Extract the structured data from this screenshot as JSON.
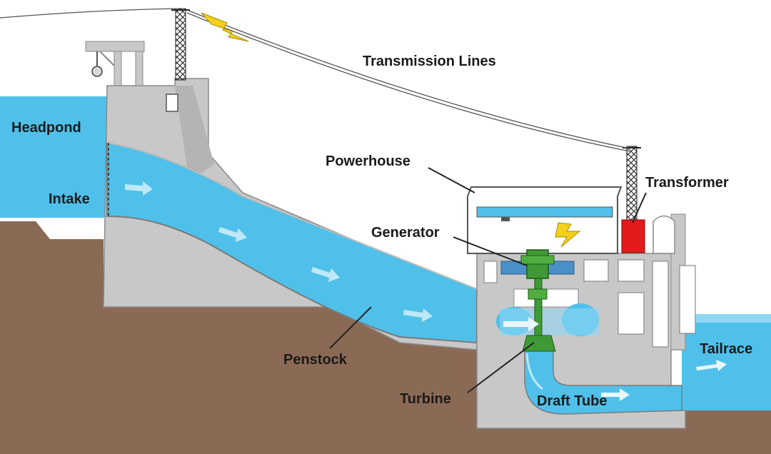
{
  "labels": {
    "transmission_lines": "Transmission Lines",
    "headpond": "Headpond",
    "intake": "Intake",
    "powerhouse": "Powerhouse",
    "transformer": "Transformer",
    "generator": "Generator",
    "penstock": "Penstock",
    "turbine": "Turbine",
    "draft_tube": "Draft Tube",
    "tailrace": "Tailrace"
  },
  "colors": {
    "water": "#4fc0ea",
    "water_light": "#8fd6f3",
    "ground": "#8b6a55",
    "concrete": "#c8c8c8",
    "concrete_edge": "#8a8a8a",
    "transformer": "#e21b1b",
    "generator": "#3f9a35",
    "lightning": "#f2d11a"
  },
  "icons": {
    "lightning": "lightning-bolt-icon",
    "flow_arrow": "flow-arrow-icon"
  }
}
